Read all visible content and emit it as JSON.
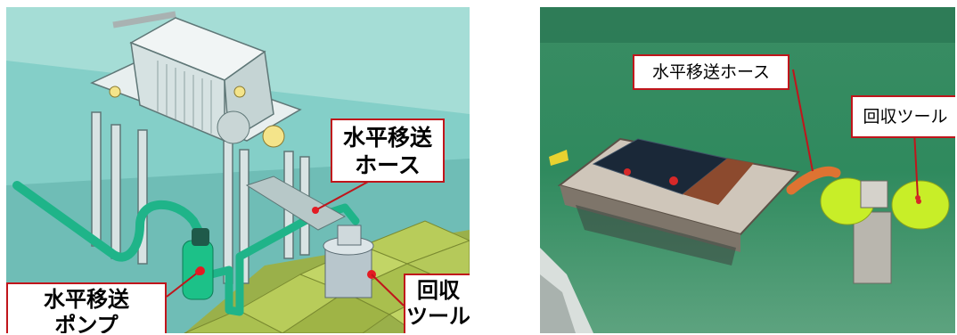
{
  "left_figure": {
    "callouts": {
      "hose": [
        "水平移送",
        "ホース"
      ],
      "pump": [
        "水平移送",
        "ポンプ"
      ],
      "tool": [
        "回収",
        "ツール"
      ]
    }
  },
  "right_photo": {
    "callouts": {
      "hose": "水平移送ホース",
      "tool": "回収ツール"
    }
  },
  "colors": {
    "callout_border": "#c0151b",
    "pool_water": "#2f8a5e",
    "cad_teal": "#7fc9c3",
    "hose_green": "#19c38a",
    "float_yellow": "#c8ee28"
  }
}
